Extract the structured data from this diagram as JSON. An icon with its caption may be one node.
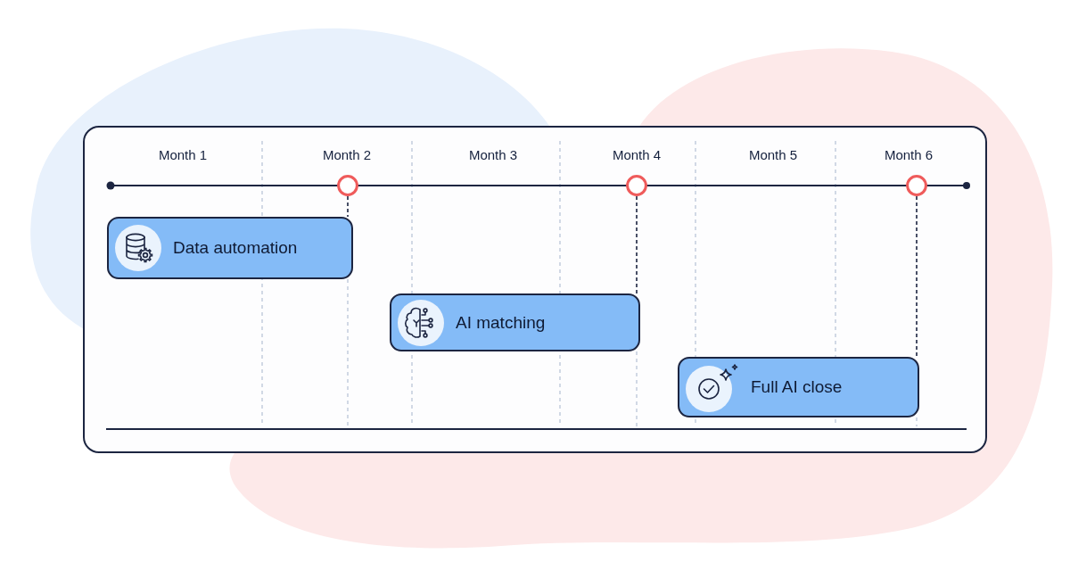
{
  "diagram": {
    "nodes": [
      {
        "text": [],
        "shape": "circle"
      },
      {
        "text": [],
        "shape": "circle"
      },
      {
        "text": [],
        "shape": "circle"
      },
      {
        "text": [
          "Data automation"
        ]
      },
      {
        "text": [
          "AI matching"
        ]
      },
      {
        "text": [
          "Full AI close"
        ]
      }
    ],
    "edges": [
      {
        "from": 0,
        "to": 3,
        "arrow": "none",
        "style": "dashed"
      },
      {
        "from": 1,
        "to": 4,
        "arrow": "none",
        "style": "dashed"
      },
      {
        "from": 2,
        "to": 5,
        "arrow": "none",
        "style": "dashed"
      }
    ],
    "labels": [
      "Month 1",
      "Month 2",
      "Month 3",
      "Month 4",
      "Month 5",
      "Month 6"
    ]
  }
}
